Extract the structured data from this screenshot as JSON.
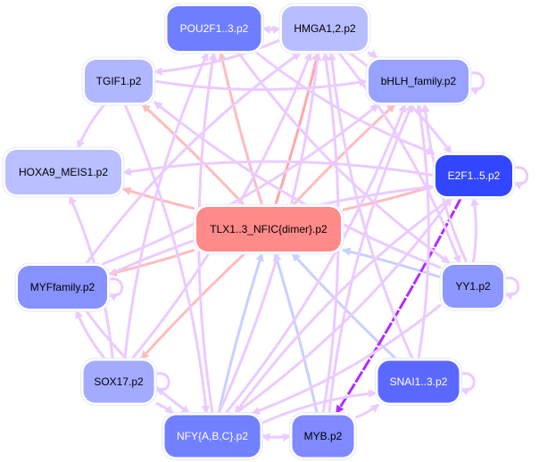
{
  "colors": {
    "edge_repress_red": "#ffbcbc",
    "edge_red_strong": "#ffa8a8",
    "edge_blue": "#c9d0ff",
    "edge_purple_light": "#ebcbff",
    "edge_purple_strong": "#b02cff",
    "node_border": "#e4e8ff"
  },
  "nodes": [
    {
      "id": "POU2F1",
      "label": "POU2F1..3.p2",
      "fill": "#6f7dff",
      "text": "#ffffff"
    },
    {
      "id": "HMGA1",
      "label": "HMGA1,2.p2",
      "fill": "#b8bdff",
      "text": "#000000"
    },
    {
      "id": "TGIF1",
      "label": "TGIF1.p2",
      "fill": "#b0b7ff",
      "text": "#000000"
    },
    {
      "id": "bHLH",
      "label": "bHLH_family.p2",
      "fill": "#98a2ff",
      "text": "#000000"
    },
    {
      "id": "HOXA9",
      "label": "HOXA9_MEIS1.p2",
      "fill": "#b9bfff",
      "text": "#000000"
    },
    {
      "id": "E2F1",
      "label": "E2F1..5.p2",
      "fill": "#3346ff",
      "text": "#ffffff"
    },
    {
      "id": "TLX1",
      "label": "TLX1..3_NFIC{dimer}.p2",
      "fill": "#ff8a8a",
      "text": "#000000"
    },
    {
      "id": "MYF",
      "label": "MYFfamily.p2",
      "fill": "#8791ff",
      "text": "#000000"
    },
    {
      "id": "YY1",
      "label": "YY1.p2",
      "fill": "#8c97ff",
      "text": "#000000"
    },
    {
      "id": "SOX17",
      "label": "SOX17.p2",
      "fill": "#a4abff",
      "text": "#000000"
    },
    {
      "id": "SNAI",
      "label": "SNAI1..3.p2",
      "fill": "#5b68ff",
      "text": "#ffffff"
    },
    {
      "id": "NFY",
      "label": "NFY{A,B,C}.p2",
      "fill": "#7180ff",
      "text": "#ffffff"
    },
    {
      "id": "MYB",
      "label": "MYB.p2",
      "fill": "#8089ff",
      "text": "#000000"
    }
  ],
  "edges": [
    {
      "from": "TLX1",
      "to": "HOXA9",
      "kind": "edge_repress_red"
    },
    {
      "from": "TLX1",
      "to": "TGIF1",
      "kind": "edge_repress_red"
    },
    {
      "from": "TLX1",
      "to": "POU2F1",
      "kind": "edge_repress_red"
    },
    {
      "from": "TLX1",
      "to": "HMGA1",
      "kind": "edge_red_strong"
    },
    {
      "from": "TLX1",
      "to": "bHLH",
      "kind": "edge_repress_red"
    },
    {
      "from": "TLX1",
      "to": "E2F1",
      "kind": "edge_repress_red"
    },
    {
      "from": "TLX1",
      "to": "MYF",
      "kind": "edge_repress_red"
    },
    {
      "from": "TLX1",
      "to": "SOX17",
      "kind": "edge_repress_red"
    },
    {
      "from": "NFY",
      "to": "TLX1",
      "kind": "edge_blue"
    },
    {
      "from": "MYB",
      "to": "TLX1",
      "kind": "edge_blue"
    },
    {
      "from": "SNAI",
      "to": "TLX1",
      "kind": "edge_blue"
    },
    {
      "from": "YY1",
      "to": "TLX1",
      "kind": "edge_blue"
    },
    {
      "from": "E2F1",
      "to": "MYB",
      "kind": "edge_purple_strong"
    },
    {
      "from": "TGIF1",
      "to": "bHLH",
      "kind": "edge_purple_light"
    },
    {
      "from": "HMGA1",
      "to": "TGIF1",
      "kind": "edge_purple_light"
    },
    {
      "from": "POU2F1",
      "to": "E2F1",
      "kind": "edge_purple_light"
    },
    {
      "from": "HMGA1",
      "to": "E2F1",
      "kind": "edge_purple_light"
    },
    {
      "from": "TGIF1",
      "to": "HOXA9",
      "kind": "edge_purple_light"
    },
    {
      "from": "SOX17",
      "to": "MYF",
      "kind": "edge_purple_light"
    },
    {
      "from": "SOX17",
      "to": "HOXA9",
      "kind": "edge_purple_light"
    },
    {
      "from": "SOX17",
      "to": "NFY",
      "kind": "edge_purple_light"
    },
    {
      "from": "MYF",
      "to": "NFY",
      "kind": "edge_purple_light"
    },
    {
      "from": "NFY",
      "to": "SNAI",
      "kind": "edge_purple_light"
    },
    {
      "from": "MYB",
      "to": "SNAI",
      "kind": "edge_purple_light"
    },
    {
      "from": "YY1",
      "to": "NFY",
      "kind": "edge_purple_light"
    },
    {
      "from": "E2F1",
      "to": "HOXA9",
      "kind": "edge_purple_light"
    },
    {
      "from": "SOX17",
      "to": "POU2F1",
      "kind": "edge_purple_light"
    },
    {
      "from": "MYB",
      "to": "HMGA1",
      "kind": "edge_purple_light"
    },
    {
      "from": "SNAI",
      "to": "HMGA1",
      "kind": "edge_purple_light"
    },
    {
      "from": "NFY",
      "to": "HMGA1",
      "kind": "edge_purple_light"
    },
    {
      "from": "YY1",
      "to": "bHLH",
      "kind": "edge_purple_light"
    },
    {
      "from": "MYF",
      "to": "bHLH",
      "kind": "edge_purple_light"
    },
    {
      "from": "MYF",
      "to": "E2F1",
      "kind": "edge_purple_light"
    },
    {
      "from": "NFY",
      "to": "E2F1",
      "kind": "edge_purple_light"
    },
    {
      "from": "NFY",
      "to": "POU2F1",
      "kind": "edge_purple_light"
    },
    {
      "from": "SNAI",
      "to": "bHLH",
      "kind": "edge_purple_light"
    },
    {
      "from": "MYB",
      "to": "bHLH",
      "kind": "edge_purple_light"
    },
    {
      "from": "NFY",
      "to": "bHLH",
      "kind": "edge_purple_light"
    },
    {
      "from": "TGIF1",
      "to": "NFY",
      "kind": "edge_purple_light"
    },
    {
      "from": "POU2F1",
      "to": "YY1",
      "kind": "edge_purple_light"
    },
    {
      "from": "HMGA1",
      "to": "YY1",
      "kind": "edge_purple_light"
    },
    {
      "from": "YY1",
      "to": "E2F1",
      "kind": "edge_purple_light"
    },
    {
      "from": "YY1",
      "to": "TGIF1",
      "kind": "edge_purple_light"
    },
    {
      "from": "SOX17",
      "to": "HMGA1",
      "kind": "edge_purple_light"
    },
    {
      "from": "MYF",
      "to": "HMGA1",
      "kind": "edge_purple_light"
    },
    {
      "from": "E2F1",
      "to": "NFY",
      "kind": "edge_purple_light"
    },
    {
      "from": "HMGA1",
      "to": "bHLH",
      "kind": "edge_purple_light"
    },
    {
      "from": "POU2F1",
      "to": "HMGA1",
      "kind": "edge_purple_light"
    },
    {
      "from": "HMGA1",
      "to": "POU2F1",
      "kind": "edge_purple_light"
    },
    {
      "from": "NFY",
      "to": "MYB",
      "kind": "edge_purple_light"
    },
    {
      "from": "MYB",
      "to": "NFY",
      "kind": "edge_purple_light"
    },
    {
      "from": "bHLH",
      "to": "bHLH",
      "kind": "edge_purple_light"
    },
    {
      "from": "E2F1",
      "to": "E2F1",
      "kind": "edge_purple_light"
    },
    {
      "from": "MYF",
      "to": "MYF",
      "kind": "edge_purple_light"
    },
    {
      "from": "YY1",
      "to": "YY1",
      "kind": "edge_purple_light"
    },
    {
      "from": "SOX17",
      "to": "SOX17",
      "kind": "edge_purple_light"
    },
    {
      "from": "SNAI",
      "to": "SNAI",
      "kind": "edge_purple_light"
    }
  ]
}
